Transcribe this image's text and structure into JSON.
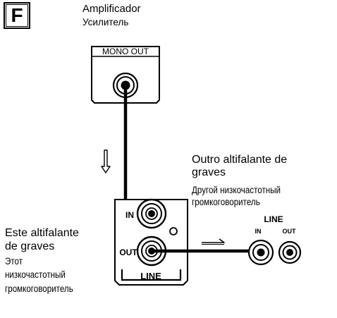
{
  "figure": {
    "letter": "F"
  },
  "amplifier": {
    "label_pt": "Amplificador",
    "label_ru": "Усилитель",
    "port_label": "MONO OUT"
  },
  "other_subwoofer": {
    "label_pt_line1": "Outro altifalante de",
    "label_pt_line2": "graves",
    "label_ru_line1": "Другой низкочастотный",
    "label_ru_line2": "громкоговоритель",
    "panel_label": "LINE",
    "in_label": "IN",
    "out_label": "OUT"
  },
  "this_subwoofer": {
    "label_pt_line1": "Este altifalante",
    "label_pt_line2": "de graves",
    "label_ru_line1": "Этот",
    "label_ru_line2": "низкочастотный",
    "label_ru_line3": "громкоговоритель",
    "in_label": "IN",
    "out_label": "OUT",
    "panel_label": "LINE"
  }
}
